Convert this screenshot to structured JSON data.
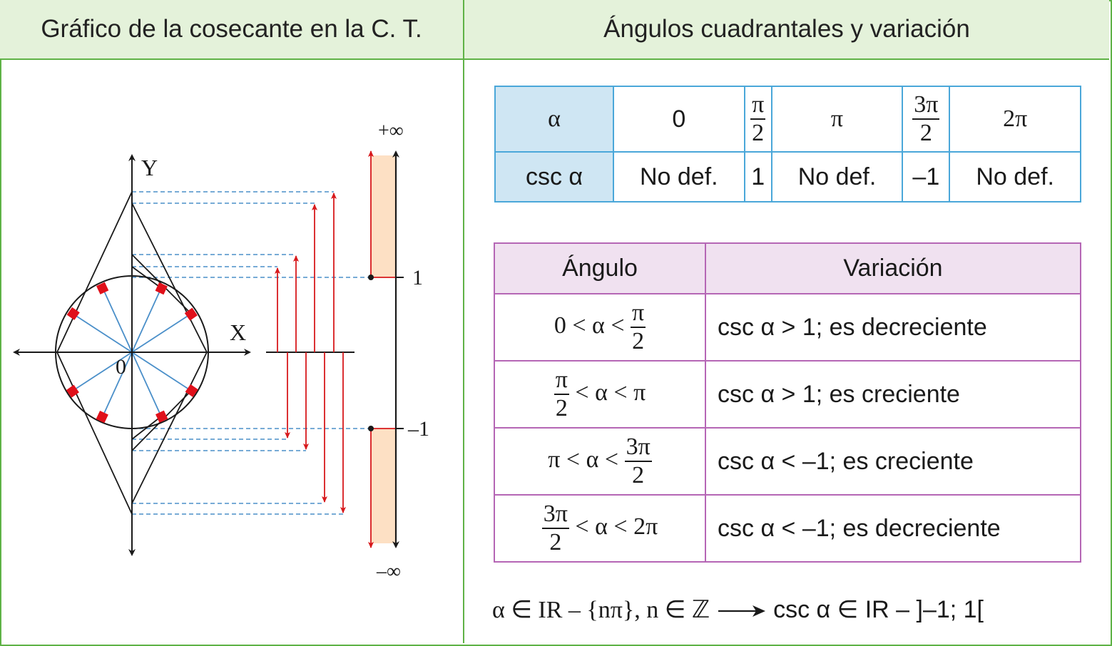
{
  "headers": {
    "left": "Gráfico de la cosecante en la C. T.",
    "right": "Ángulos cuadrantales y variación"
  },
  "graph": {
    "y_label": "Y",
    "x_label": "X",
    "origin_label": "0",
    "plus_inf": "+∞",
    "minus_inf": "–∞",
    "tick_one": "1",
    "tick_minus_one": "–1"
  },
  "colors": {
    "green_border": "#5fb246",
    "header_bg": "#e4f2da",
    "blue_line": "#4a8fc9",
    "red": "#d7191c",
    "orange_band": "#fde0c4",
    "table1_border": "#4aa7d9",
    "table1_header": "#cfe6f3",
    "table2_border": "#b566b5",
    "table2_header": "#f0e1f0"
  },
  "table1": {
    "row1_label": "α",
    "row2_label": "csc α",
    "angles": [
      {
        "plain": "0"
      },
      {
        "num": "π",
        "den": "2"
      },
      {
        "plain": "π"
      },
      {
        "num": "3π",
        "den": "2"
      },
      {
        "plain": "2π"
      }
    ],
    "values": [
      "No def.",
      "1",
      "No def.",
      "–1",
      "No def."
    ]
  },
  "table2": {
    "col_angle": "Ángulo",
    "col_variation": "Variación",
    "rows": [
      {
        "pre": "0 < α <",
        "num": "π",
        "den": "2",
        "post": "",
        "variation": "csc α > 1; es decreciente"
      },
      {
        "pre": "",
        "num": "π",
        "den": "2",
        "post": "< α < π",
        "variation": "csc α > 1; es creciente"
      },
      {
        "pre": "π < α <",
        "num": "3π",
        "den": "2",
        "post": "",
        "variation": "csc α < –1; es creciente"
      },
      {
        "pre": "",
        "num": "3π",
        "den": "2",
        "post": "< α < 2π",
        "variation": "csc α < –1; es decreciente"
      }
    ]
  },
  "formula": {
    "left": "α ∈ IR – {nπ}, n ∈ ℤ",
    "right": "csc α ∈ IR – ]–1; 1["
  }
}
